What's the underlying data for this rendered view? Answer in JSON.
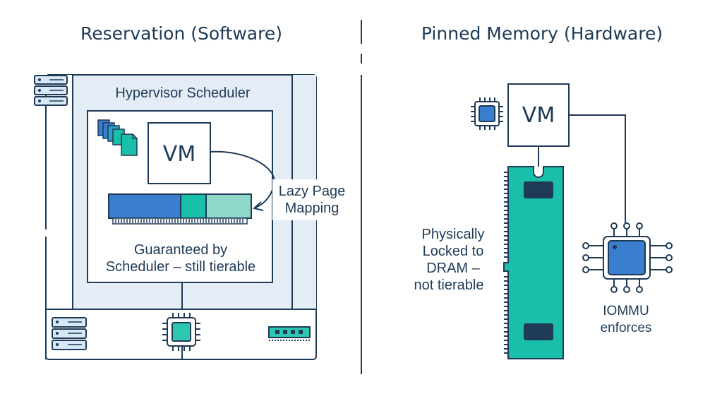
{
  "left_panel": {
    "title": "Reservation (Software)",
    "scheduler_label": "Hypervisor Scheduler",
    "vm_label": "VM",
    "mapping_label_line1": "Lazy Page",
    "mapping_label_line2": "Mapping",
    "caption_line1": "Guaranteed by",
    "caption_line2": "Scheduler – still tierable"
  },
  "right_panel": {
    "title": "Pinned Memory (Hardware)",
    "vm_label": "VM",
    "locked_line1": "Physically",
    "locked_line2": "Locked to",
    "locked_line3": "DRAM –",
    "locked_line4": "not tierable",
    "iommu_line1": "IOMMU",
    "iommu_line2": "enforces"
  },
  "icons": [
    "server-rack-icon",
    "memory-pages-icon",
    "ram-module-icon",
    "cpu-chip-icon",
    "iommu-chip-icon",
    "curved-arrow-icon"
  ],
  "colors": {
    "ink": "#1f3a56",
    "panel_fill": "#e4edf6",
    "blue": "#3a7fcf",
    "teal": "#19bfa8",
    "mint": "#8fd8c9",
    "chip_teal": "#2ec7b0"
  }
}
